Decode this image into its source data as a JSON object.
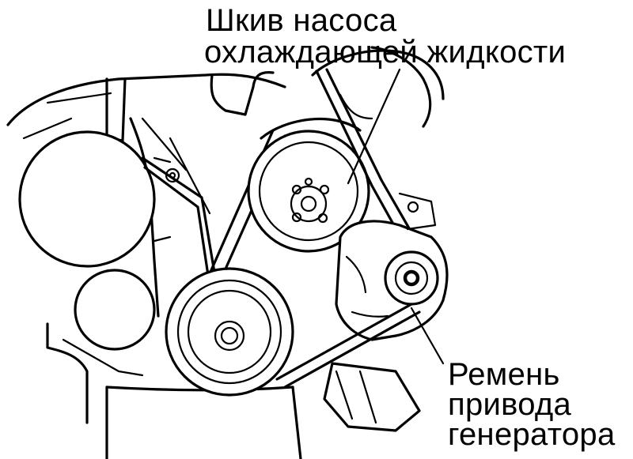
{
  "labels": {
    "pump_pulley": {
      "line1": "Шкив насоса",
      "line2": "охлаждающей жидкости"
    },
    "alternator_belt": {
      "line1": "Ремень",
      "line2": "привода",
      "line3": "генератора"
    }
  },
  "colors": {
    "ink": "#000000",
    "paper": "#ffffff"
  }
}
